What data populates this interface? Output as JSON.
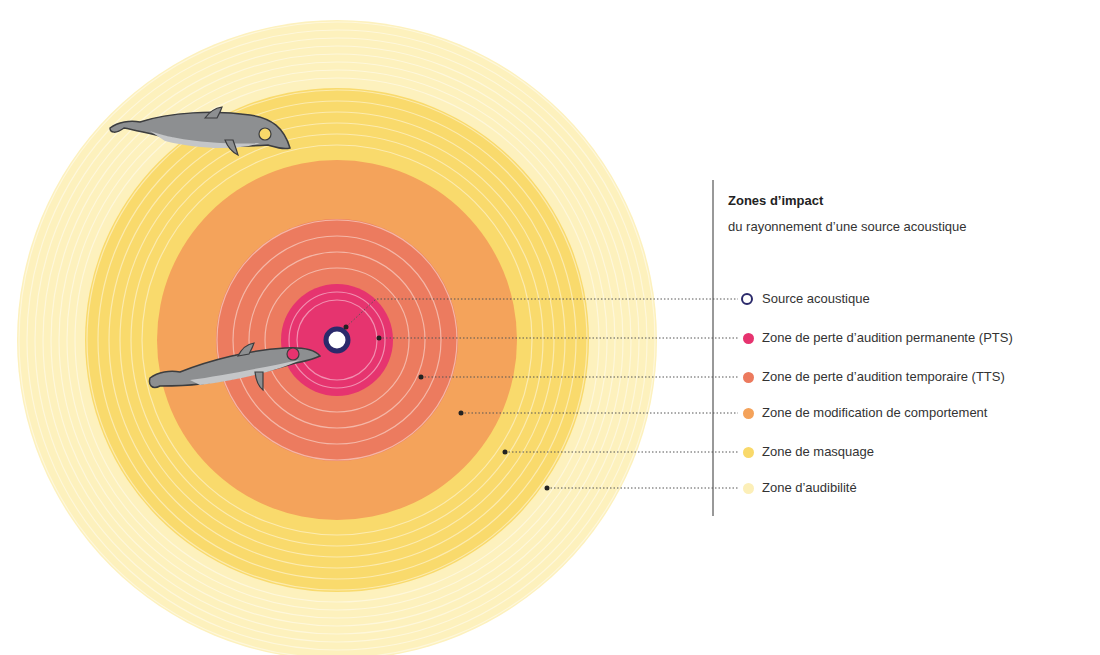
{
  "diagram": {
    "title": "Zones d’impact",
    "labels": [
      "du rayonnement d’une source acoustique"
    ],
    "legend": [
      {
        "text": "Source acoustique"
      },
      {
        "text": "Zone de perte d’audition permanente (PTS)",
        "color": "#e6336f"
      },
      {
        "text": "Zone de perte d’audition temporaire (TTS)",
        "color": "#ec7a5e"
      },
      {
        "text": "Zone de modification de comportement",
        "color": "#f4a25a"
      },
      {
        "text": "Zone de masquage",
        "color": "#f9d96a"
      },
      {
        "text": "Zone d’audibilité",
        "color": "#fcefb8"
      }
    ]
  }
}
